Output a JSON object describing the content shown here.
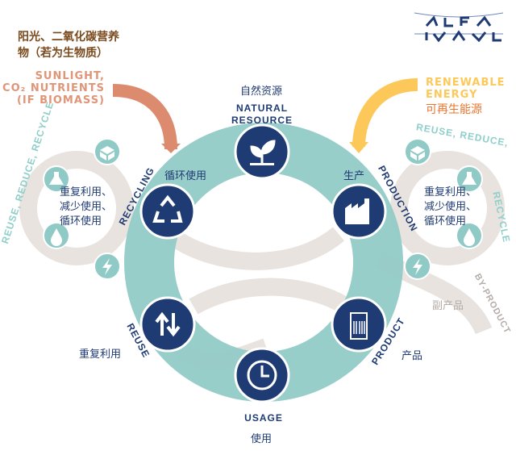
{
  "logo": {
    "text": "ALFA LAVAL"
  },
  "inputs": {
    "sunlight_cn_line1": "阳光、二氧化碳营养",
    "sunlight_cn_line2": "物（若为生物质）",
    "sunlight_en_line1": "SUNLIGHT,",
    "sunlight_en_line2": "CO₂ NUTRIENTS",
    "sunlight_en_line3": "(IF BIOMASS)",
    "renewable_en_line1": "RENEWABLE",
    "renewable_en_line2": "ENERGY",
    "renewable_cn": "可再生能源"
  },
  "cycle": {
    "natural": {
      "en_line1": "NATURAL",
      "en_line2": "RESOURCE",
      "cn": "自然资源"
    },
    "production": {
      "en": "PRODUCTION",
      "cn": "生产"
    },
    "product": {
      "en": "PRODUCT",
      "cn": "产品"
    },
    "usage": {
      "en": "USAGE",
      "cn": "使用"
    },
    "reuse": {
      "en": "REUSE",
      "cn": "重复利用"
    },
    "recycling": {
      "en": "RECYCLING",
      "cn": "循环使用"
    }
  },
  "left_loop": {
    "en": "REUSE, REDUCE, RECYCLE",
    "cn_line1": "重复利用、",
    "cn_line2": "减少使用、",
    "cn_line3": "循环使用"
  },
  "right_loop": {
    "en_line1": "REUSE, REDUCE,",
    "en_line2": "RECYCLE",
    "cn_line1": "重复利用、",
    "cn_line2": "减少使用、",
    "cn_line3": "循环使用"
  },
  "byproduct": {
    "en": "BY-PRODUCT",
    "cn": "副产品"
  },
  "colors": {
    "navy": "#1f3b73",
    "teal": "#8fcac6",
    "salmon": "#dc8b6f",
    "yellow": "#fdc85a",
    "gray": "#e3ddd8"
  }
}
